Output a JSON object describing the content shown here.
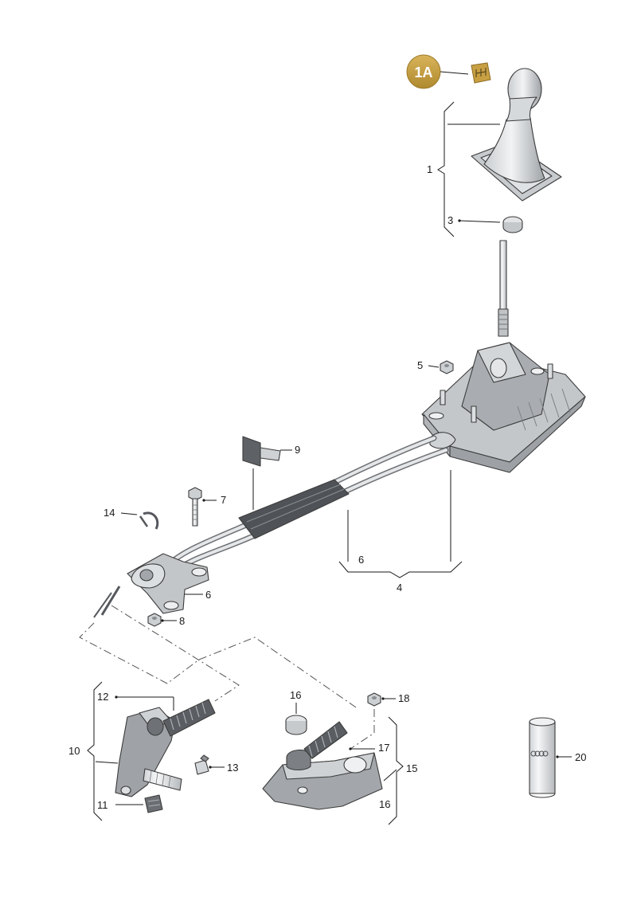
{
  "badge": {
    "text": "1A",
    "color": "#c8a043"
  },
  "labels": {
    "p1": "1",
    "p3": "3",
    "p4": "4",
    "p5": "5",
    "p6a": "6",
    "p6b": "6",
    "p7": "7",
    "p8": "8",
    "p9": "9",
    "p10": "10",
    "p11": "11",
    "p12": "12",
    "p13": "13",
    "p14": "14",
    "p15": "15",
    "p16a": "16",
    "p16b": "16",
    "p17": "17",
    "p18": "18",
    "p20": "20"
  },
  "colors": {
    "part_fill": "#d9dcde",
    "part_shade": "#b4b8bb",
    "part_dark": "#8e9296",
    "line": "#1a1a1a"
  },
  "icons": {
    "badge_symbol": "gear-shift-pattern-icon",
    "brand": "four-rings-logo-icon"
  }
}
